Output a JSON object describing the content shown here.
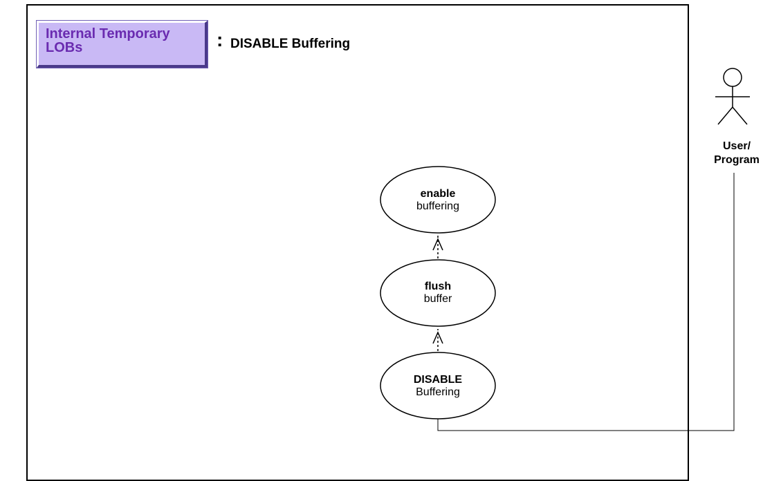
{
  "header": {
    "badge": "Internal Temporary LOBs",
    "colon": ":",
    "title": "DISABLE Buffering"
  },
  "use_cases": [
    {
      "name": "enable",
      "desc": "buffering"
    },
    {
      "name": "flush",
      "desc": "buffer"
    },
    {
      "name": "DISABLE",
      "desc": "Buffering"
    }
  ],
  "actor": {
    "label": "User/ Program"
  }
}
